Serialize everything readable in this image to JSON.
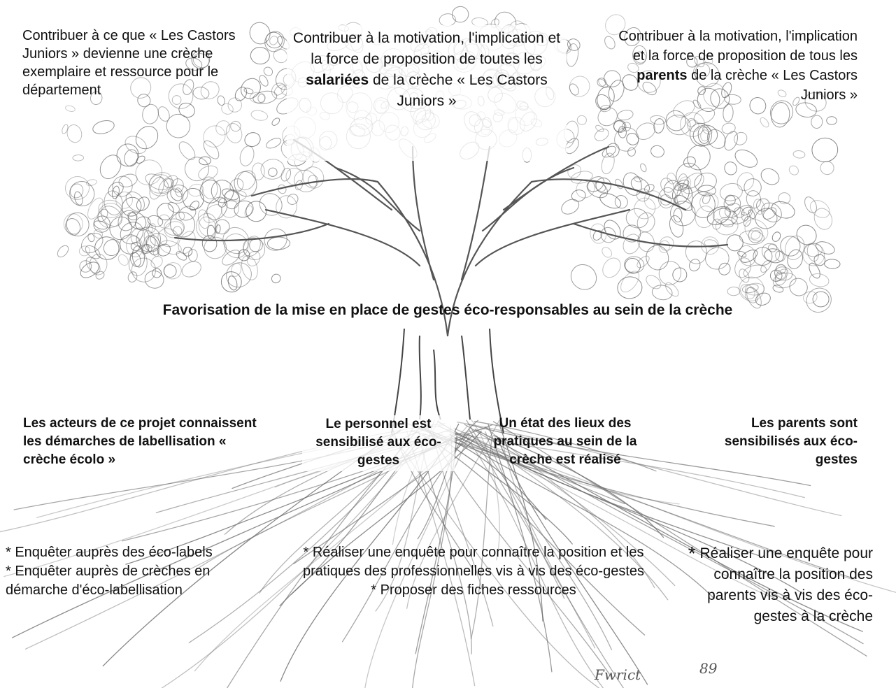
{
  "canopy": {
    "left": "Contribuer à ce que « Les Castors Juniors » devienne une crèche exemplaire et ressource pour le département",
    "center_pre": "Contribuer à la motivation, l'implication et la force de proposition de toutes les",
    "center_bold": "salariées",
    "center_post": "de la crèche « Les Castors Juniors »",
    "right_pre": "Contribuer à la motivation, l'implication et la force de proposition de tous les",
    "right_bold": "parents",
    "right_post": "de la crèche « Les Castors Juniors »"
  },
  "trunk": {
    "main_goal": "Favorisation de la mise en place de gestes éco-responsables au sein de la crèche"
  },
  "roots": {
    "r1": "Les acteurs de ce projet connaissent les démarches de labellisation « crèche écolo »",
    "r2": "Le personnel est sensibilisé aux éco-gestes",
    "r3": "Un état des lieux des pratiques au sein de la crèche est réalisé",
    "r4": "Les parents sont sensibilisés aux éco-gestes"
  },
  "actions": {
    "left_1": "* Enquêter auprès des éco-labels",
    "left_2": "* Enquêter auprès de crèches en démarche d'éco-labellisation",
    "center_1": "* Réaliser une enquête pour connaître la position et les pratiques des professionnelles vis à vis des éco-gestes",
    "center_2": "*  Proposer des fiches ressources",
    "right_star": "*",
    "right_text": "Réaliser une enquête pour connaître la position des parents vis à vis des éco-gestes à la crèche"
  },
  "signature": {
    "name": "Fwrict",
    "year": "89"
  }
}
